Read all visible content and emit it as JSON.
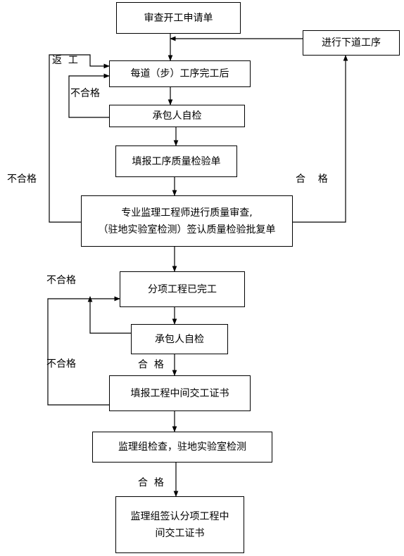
{
  "nodes": {
    "review_application": "审查开工申请单",
    "next_process": "进行下道工序",
    "process_complete": "每道（步）工序完工后",
    "contractor_check_1": "承包人自检",
    "fill_quality_form": "填报工序质量检验单",
    "engineer_review_line1": "专业监理工程师进行质量审查,",
    "engineer_review_line2": "（驻地实验室检测）签认质量检验批复单",
    "subitem_complete": "分项工程已完工",
    "contractor_check_2": "承包人自检",
    "fill_handover_cert": "填报工程中间交工证书",
    "supervision_inspect": "监理组检查，驻地实验室检测",
    "sign_cert_line1": "监理组签认分项工程中",
    "sign_cert_line2": "间交工证书"
  },
  "labels": {
    "rework": "返  工",
    "fail_1": "不合格",
    "fail_outer": "不合格",
    "pass_1": "合    格",
    "fail_2": "不合格",
    "fail_3": "不合格",
    "pass_2": "合  格",
    "pass_3": "合  格"
  }
}
